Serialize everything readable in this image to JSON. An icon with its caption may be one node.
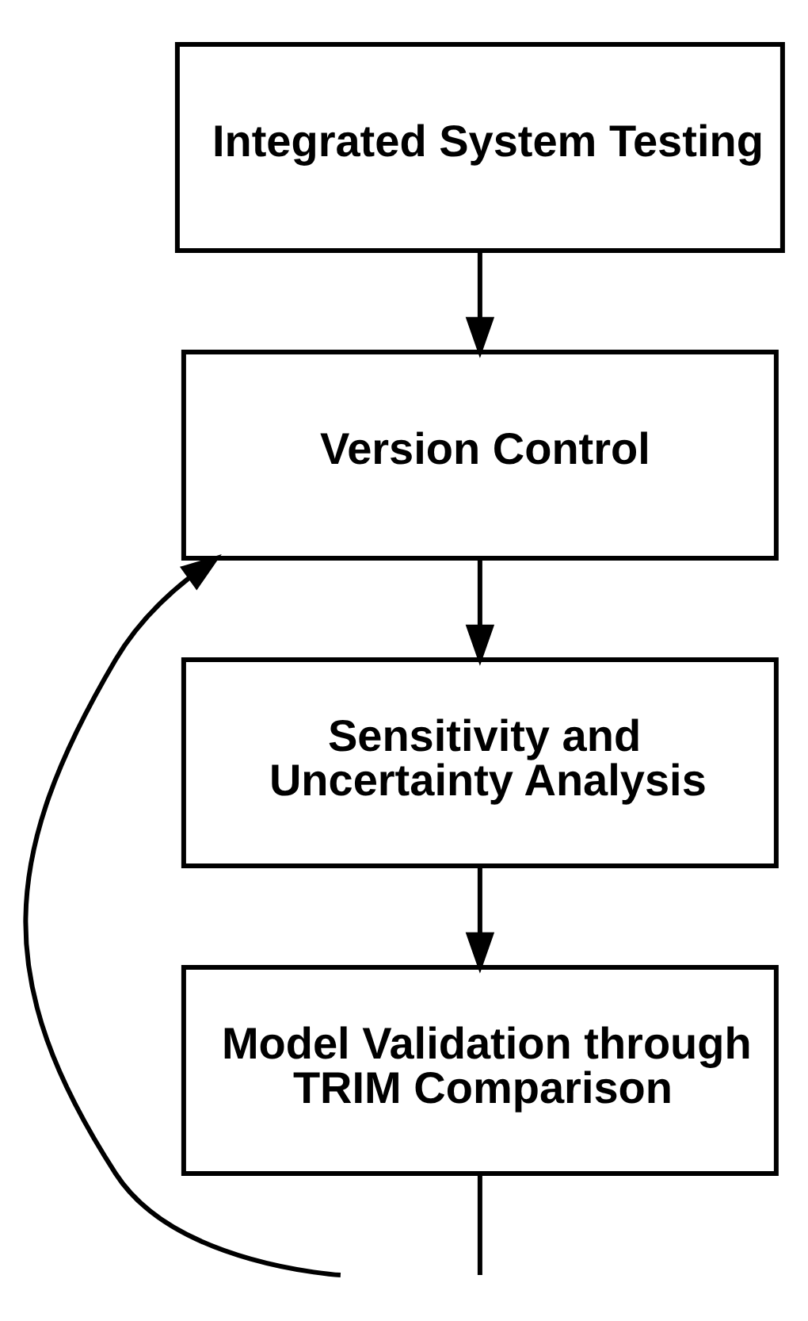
{
  "diagram": {
    "nodes": [
      {
        "text": [
          "Integrated System Testing"
        ]
      },
      {
        "text": [
          "Version Control"
        ]
      },
      {
        "text": [
          "Sensitivity and Uncertainty Analysis"
        ]
      },
      {
        "text": [
          "Model Validation through TRIM Comparison"
        ]
      }
    ],
    "edges": [
      {
        "from": 0,
        "to": 1,
        "arrow": "to"
      },
      {
        "from": 1,
        "to": 2,
        "arrow": "to"
      },
      {
        "from": 2,
        "to": 3,
        "arrow": "to"
      },
      {
        "from": 3,
        "to": null,
        "arrow": "none"
      },
      {
        "from": null,
        "to": 1,
        "arrow": "to"
      }
    ]
  }
}
